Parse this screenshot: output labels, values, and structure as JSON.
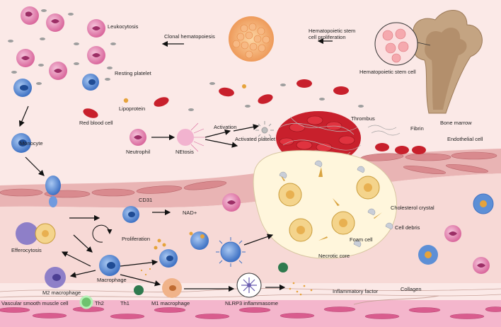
{
  "labels": {
    "leukocytosis": "Leukocytosis",
    "clonal_hematopoiesis": "Clonal hematopoiesis",
    "hsc_proliferation_line1": "Hematopoietic stem",
    "hsc_proliferation_line2": "cell proliferation",
    "resting_platelet": "Resting platelet",
    "hematopoietic_stem_cell": "Hematopoietic stem cell",
    "lipoprotein": "Lipoprotein",
    "red_blood_cell": "Red blood cell",
    "bone_marrow": "Bone marrow",
    "thrombus": "Thrombus",
    "monocyte": "Monocyte",
    "activation": "Activation",
    "fibrin": "Fibrin",
    "activated_platelet": "Activated platelet",
    "endothelial_cell": "Endothelial cell",
    "neutrophil": "Neutrophil",
    "netosis": "NEtosis",
    "cd31": "CD31",
    "nad": "NAD+",
    "cholesterol_crystal": "Cholesterol crystal",
    "proliferation": "Proliferation",
    "cell_debris": "Cell debris",
    "efferocytosis": "Efferocytosis",
    "foam_cell": "Foam cell",
    "necrotic_core": "Necrotic core",
    "macrophage": "Macrophage",
    "m2_macrophage": "M2 macrophage",
    "inflammatory_factor": "Inflammatory factor",
    "collagen": "Collagen",
    "vsmc": "Vascular smooth muscle cell",
    "th2": "Th2",
    "th1": "Th1",
    "m1_macrophage": "M1 macrophage",
    "nlrp3": "NLRP3 inflammasome"
  },
  "colors": {
    "background": "#fbe9e7",
    "leukocyte": "#e48bb3",
    "monocyte": "#5d8fd6",
    "red_blood_cell": "#c8202c",
    "platelet": "#9e9e9e",
    "lipoprotein": "#e6a33b",
    "endothelium": "#d98a8e",
    "foam_cell": "#e8c46a",
    "plaque": "#fff6dc",
    "bone": "#c4a482",
    "stem_cell": "#f3a86a",
    "m1": "#f0b38a",
    "m2": "#8e7fc8",
    "th2": "#6ec26e",
    "th1": "#2f7a4e",
    "nlrp3": "#6a5db0"
  }
}
